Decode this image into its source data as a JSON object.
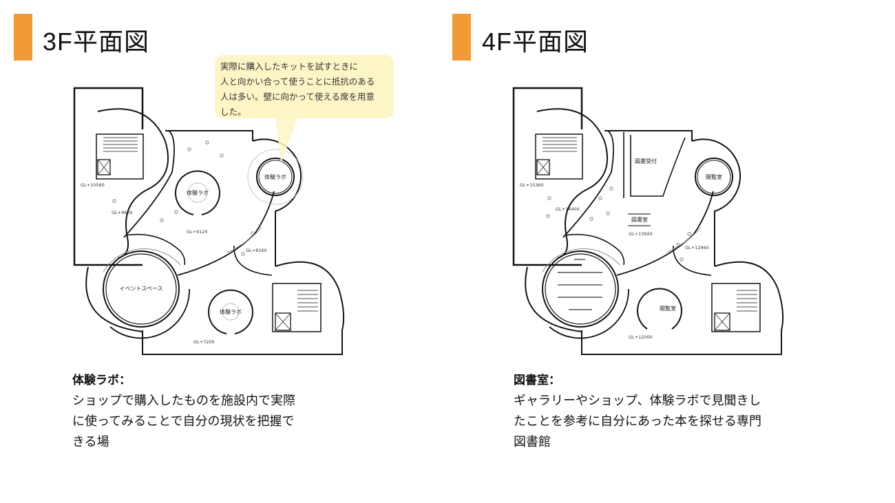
{
  "left": {
    "title": "3F平面図",
    "callout": [
      "実際に購入したキットを試すときに",
      "人と向かい合って使うことに抵抗のある",
      "人は多い。壁に向かって使える席を用意",
      "した。"
    ],
    "plan_labels": {
      "lab_top": "体験ラボ",
      "lab_right": "体験ラボ",
      "lab_bottom": "体験ラボ",
      "event": "イベントスペース",
      "gl1": "GL+10560",
      "gl2": "GL+9600",
      "gl3": "GL+9120",
      "gl4": "GL+8160",
      "gl5": "GL+7200"
    },
    "heading": "体験ラボ：",
    "body": [
      "ショップで購入したものを施設内で実際",
      "に使ってみることで自分の現状を把握で",
      "きる場"
    ]
  },
  "right": {
    "title": "4F平面図",
    "plan_labels": {
      "reception": "図書受付",
      "reading_top": "閲覧室",
      "library": "図書室",
      "reading_bottom": "閲覧室",
      "gl1": "GL+15360",
      "gl2": "GL+14400",
      "gl3": "GL+13920",
      "gl4": "GL+12960",
      "gl5": "GL+12000"
    },
    "heading": "図書室：",
    "body": [
      "ギャラリーやショップ、体験ラボで見聞きし",
      "たことを参考に自分にあった本を探せる専門",
      "図書館"
    ]
  },
  "colors": {
    "accent": "#f09a38",
    "callout": "#fdf5c6"
  }
}
